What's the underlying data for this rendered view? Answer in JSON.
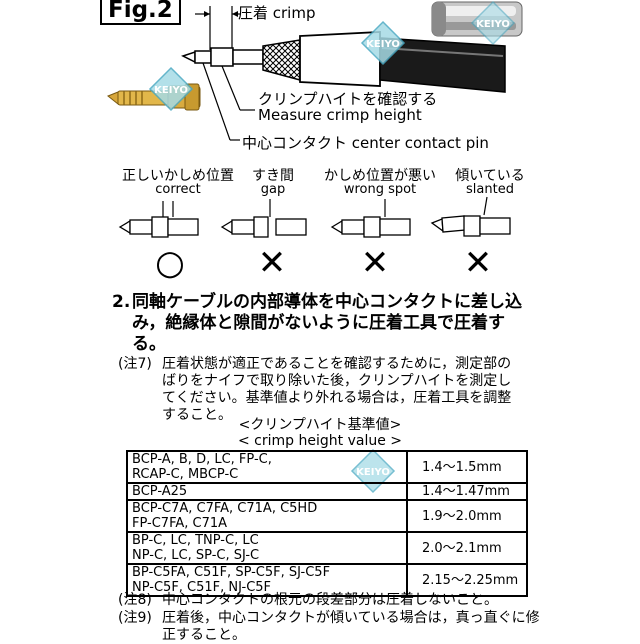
{
  "figure": {
    "title": "Fig.2",
    "crimp_label": "圧着 crimp",
    "measure_jp": "クリンプハイトを確認する",
    "measure_en": "Measure crimp height",
    "center_pin": "中心コンタクト center contact pin",
    "watermark": "KEIYO"
  },
  "states": [
    {
      "jp": "正しいかしめ位置",
      "en": "correct",
      "mark": "○"
    },
    {
      "jp": "すき間",
      "en": "gap",
      "mark": "✕"
    },
    {
      "jp": "かしめ位置が悪い",
      "en": "wrong spot",
      "mark": "✕"
    },
    {
      "jp": "傾いている",
      "en": "slanted",
      "mark": "✕"
    }
  ],
  "step2": {
    "number": "2.",
    "text": "同軸ケーブルの内部導体を中心コンタクトに差し込み，絶縁体と隙間がないように圧着工具で圧着する。"
  },
  "note7": {
    "label": "(注7)",
    "text": "圧着状態が適正であることを確認するために，測定部のばりをナイフで取り除いた後，クリンプハイトを測定してください。基準値より外れる場合は，圧着工具を調整すること。"
  },
  "table": {
    "title_jp": "<クリンプハイト基準値>",
    "title_en": "< crimp height value >",
    "rows": [
      {
        "models": [
          "BCP-A, B, D, LC, FP-C,",
          "RCAP-C,  MBCP-C"
        ],
        "value": "1.4～1.5mm"
      },
      {
        "models": [
          "BCP-A25"
        ],
        "value": "1.4～1.47mm"
      },
      {
        "models": [
          "BCP-C7A, C7FA, C71A, C5HD",
          "FP-C7FA, C71A"
        ],
        "value": "1.9～2.0mm"
      },
      {
        "models": [
          "BP-C, LC,  TNP-C, LC",
          "NP-C, LC,  SP-C,  SJ-C"
        ],
        "value": "2.0～2.1mm"
      },
      {
        "models": [
          "BP-C5FA, C51F,  SP-C5F, SJ-C5F",
          "NP-C5F, C51F, NJ-C5F"
        ],
        "value": "2.15～2.25mm"
      }
    ]
  },
  "note8": {
    "label": "(注8)",
    "text": "中心コンタクトの根元の段差部分は圧着しないこと。"
  },
  "note9": {
    "label": "(注9)",
    "text": "圧着後，中心コンタクトが傾いている場合は，真っ直ぐに修正すること。"
  }
}
